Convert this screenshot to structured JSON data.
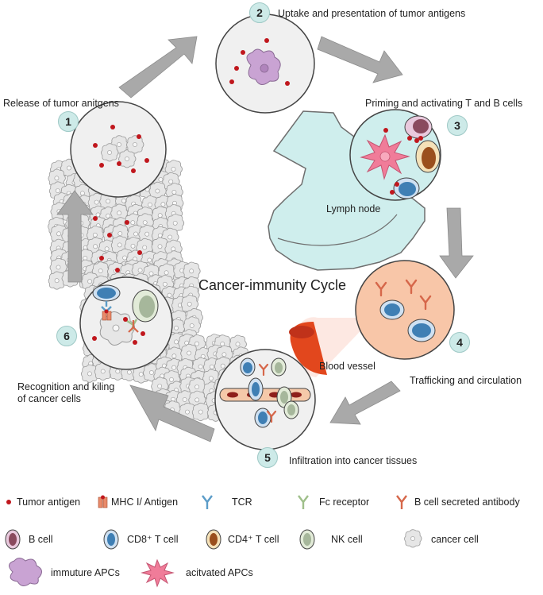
{
  "title": "Cancer-immunity Cycle",
  "steps": [
    {
      "num": "1",
      "label": "Release of tumor anitgens"
    },
    {
      "num": "2",
      "label": "Uptake and presentation of tumor antigens"
    },
    {
      "num": "3",
      "label": "Priming and activating T and B cells"
    },
    {
      "num": "4",
      "label": "Trafficking and circulation"
    },
    {
      "num": "5",
      "label": "Infiltration into cancer tissues"
    },
    {
      "num": "6",
      "label_line1": "Recognition and kiling",
      "label_line2": "of cancer cells"
    }
  ],
  "annotations": {
    "lymph_node": "Lymph node",
    "blood_vessel": "Blood vessel"
  },
  "legend": [
    {
      "icon": "tumor-antigen-dot-icon",
      "label": "Tumor antigen",
      "color": "#c0171d"
    },
    {
      "icon": "mhc-antigen-icon",
      "label": "MHC I/ Antigen",
      "color": "#e98a6a"
    },
    {
      "icon": "tcr-icon",
      "label": "TCR",
      "color": "#5b9cc8"
    },
    {
      "icon": "fc-receptor-icon",
      "label": "Fc receptor",
      "color": "#9fbf8a"
    },
    {
      "icon": "antibody-icon",
      "label": "B cell secreted antibody",
      "color": "#d6674a"
    },
    {
      "icon": "b-cell-icon",
      "label": "B cell",
      "color": "#8a4a5e"
    },
    {
      "icon": "cd8-t-cell-icon",
      "label": "CD8⁺ T cell",
      "color": "#3f7fb4"
    },
    {
      "icon": "cd4-t-cell-icon",
      "label": "CD4⁺ T cell",
      "color": "#9a4f1d"
    },
    {
      "icon": "nk-cell-icon",
      "label": "NK cell",
      "color": "#a6b79b"
    },
    {
      "icon": "cancer-cell-icon",
      "label": "cancer cell",
      "color": "#d9d9d9"
    },
    {
      "icon": "immature-apc-icon",
      "label": "immuture APCs",
      "color": "#c9a3d3"
    },
    {
      "icon": "activated-apc-icon",
      "label": "acitvated APCs",
      "color": "#f07c99"
    }
  ],
  "colors": {
    "arrow": "#a9a9a9",
    "circle_fill": "#f0f0f0",
    "lymph": "#cfeeed",
    "step4_circle": "#f8c6a8",
    "step3_circle": "#cfeeed"
  }
}
